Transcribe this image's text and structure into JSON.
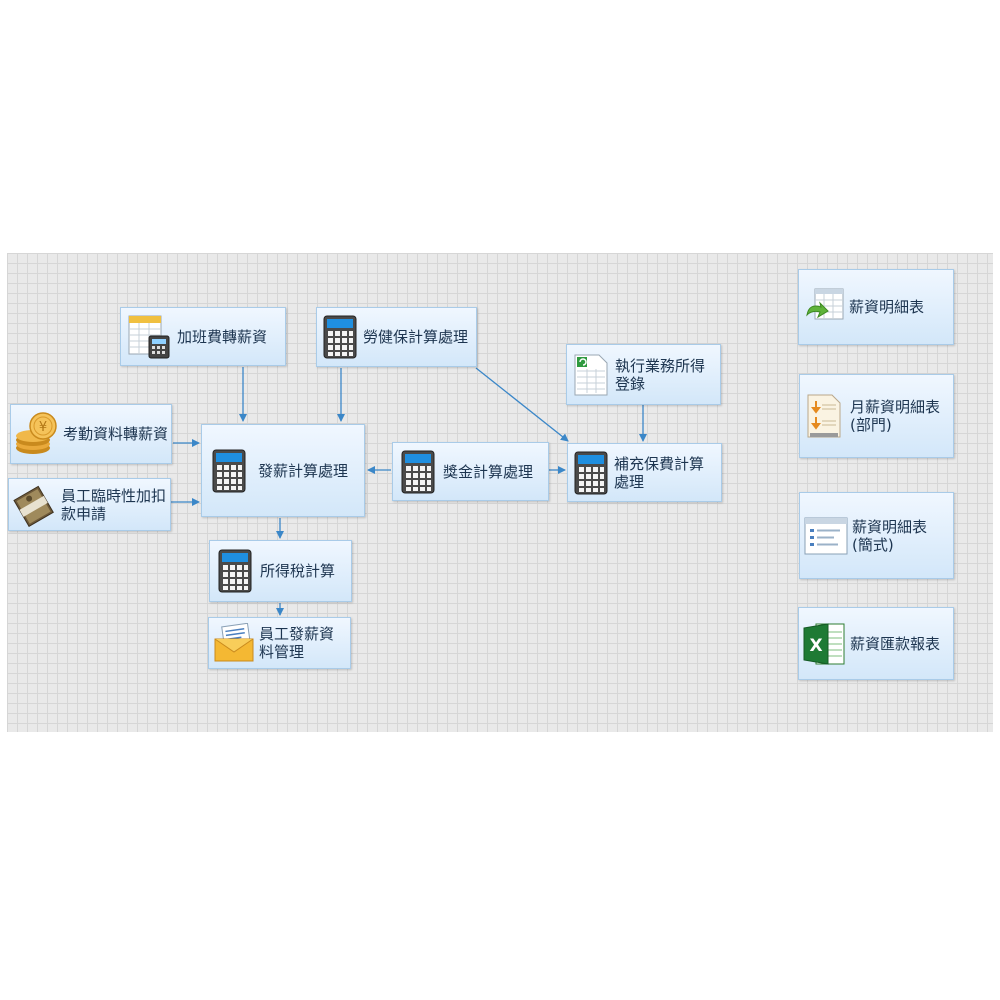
{
  "nodes": {
    "overtime_to_salary": "加班費轉薪資",
    "labor_health_ins_calc": "勞健保計算處理",
    "business_income_register": "執行業務所得登錄",
    "attendance_to_salary": "考勤資料轉薪資",
    "payroll_calc": "發薪計算處理",
    "bonus_calc": "獎金計算處理",
    "supplementary_premium_calc": "補充保費計算處理",
    "temp_adjustment_request": "員工臨時性加扣款申請",
    "income_tax_calc": "所得稅計算",
    "employee_payroll_mgmt": "員工發薪資料管理"
  },
  "reports": {
    "salary_detail": "薪資明細表",
    "monthly_salary_detail_dept_line1": "月薪資明細表",
    "monthly_salary_detail_dept_line2": "(部門)",
    "salary_detail_simple_line1": "薪資明細表",
    "salary_detail_simple_line2": "(簡式)",
    "salary_remittance": "薪資匯款報表"
  },
  "colors": {
    "node_top": "#f0f7ff",
    "node_bottom": "#d3e7f9",
    "node_border": "#a9cbe8",
    "connector": "#3b87c8",
    "grid_bg": "#e9e9e9"
  },
  "icons": {
    "calculator": "calculator-icon",
    "coins": "coins-icon",
    "money_bundle": "money-bundle-icon",
    "spreadsheet": "spreadsheet-icon",
    "envelope": "envelope-icon",
    "excel": "excel-icon"
  }
}
